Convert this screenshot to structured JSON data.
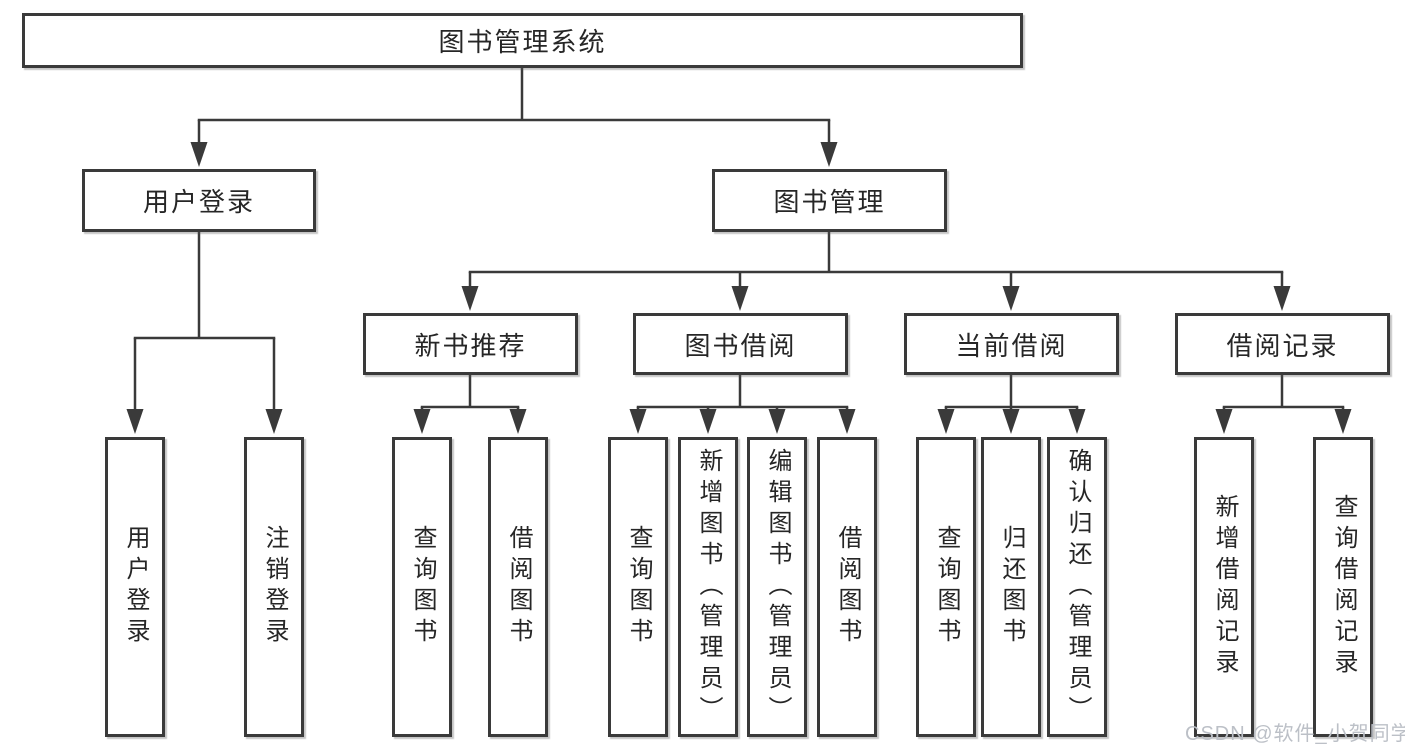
{
  "tree": {
    "label": "图书管理系统",
    "children": [
      {
        "label": "用户登录",
        "children": [
          {
            "label": "用户登录"
          },
          {
            "label": "注销登录"
          }
        ]
      },
      {
        "label": "图书管理",
        "children": [
          {
            "label": "新书推荐",
            "children": [
              {
                "label": "查询图书"
              },
              {
                "label": "借阅图书"
              }
            ]
          },
          {
            "label": "图书借阅",
            "children": [
              {
                "label": "查询图书"
              },
              {
                "label": "新增图书（管理员）"
              },
              {
                "label": "编辑图书（管理员）"
              },
              {
                "label": "借阅图书"
              }
            ]
          },
          {
            "label": "当前借阅",
            "children": [
              {
                "label": "查询图书"
              },
              {
                "label": "归还图书"
              },
              {
                "label": "确认归还（管理员）"
              }
            ]
          },
          {
            "label": "借阅记录",
            "children": [
              {
                "label": "新增借阅记录"
              },
              {
                "label": "查询借阅记录"
              }
            ]
          }
        ]
      }
    ]
  },
  "watermark": {
    "text": "CSDN @软件_小贺同学"
  },
  "colors": {
    "line": "#3a3a3a",
    "box_border": "#3a3a3a",
    "box_fill": "#ffffff",
    "text": "#262626",
    "watermark": "#bcc0c7",
    "background": "#ffffff"
  }
}
